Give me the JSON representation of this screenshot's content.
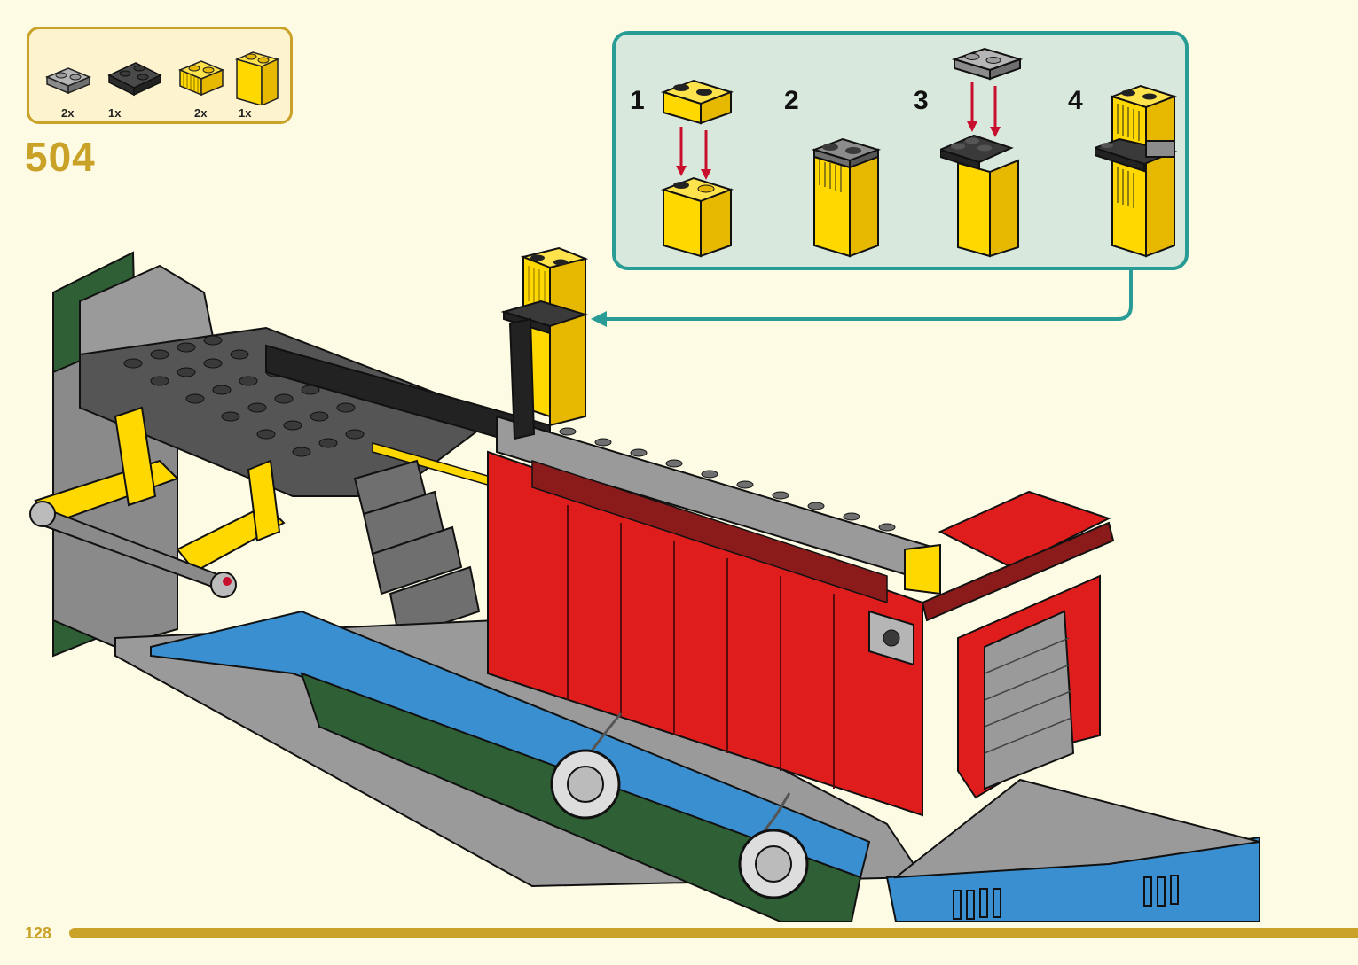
{
  "page": {
    "number": "128",
    "step": "504"
  },
  "parts": [
    {
      "name": "gray-plate-1x2",
      "qty": "2x",
      "color": "#8c8c8c"
    },
    {
      "name": "dark-gray-corner-plate",
      "qty": "1x",
      "color": "#3a3a3a"
    },
    {
      "name": "yellow-grille-brick",
      "qty": "2x",
      "color": "#ffd800"
    },
    {
      "name": "yellow-brick-1x2x2",
      "qty": "1x",
      "color": "#ffd800"
    }
  ],
  "substeps": [
    {
      "number": "1"
    },
    {
      "number": "2"
    },
    {
      "number": "3"
    },
    {
      "number": "4"
    }
  ],
  "colors": {
    "accent_gold": "#c9a227",
    "callout_teal": "#2a9c96",
    "callout_bg": "#d9e8dc",
    "page_bg": "#fefbe5",
    "brick_red": "#e01d1d",
    "brick_blue": "#3a8fd0",
    "brick_green": "#2f5f35",
    "brick_yellow": "#ffd800",
    "brick_gray": "#9a9a9a",
    "brick_dark": "#3a3a3a",
    "arrow_red": "#c8102e"
  }
}
